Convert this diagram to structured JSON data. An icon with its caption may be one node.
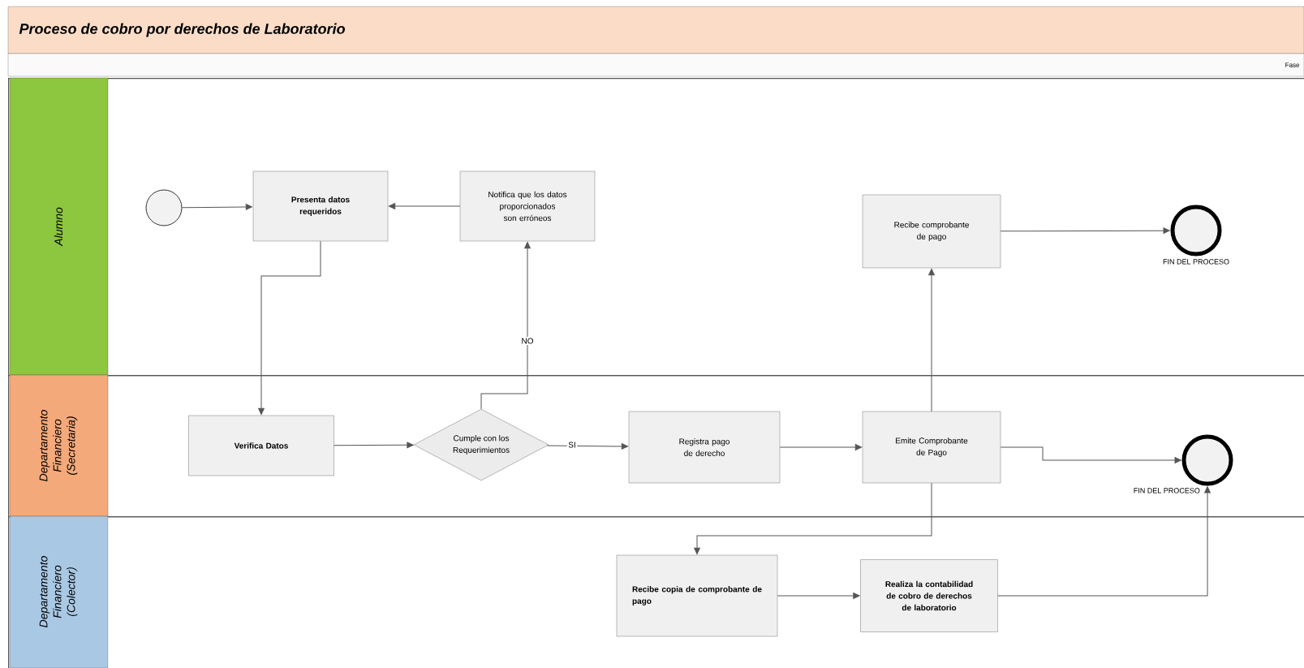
{
  "diagram": {
    "title": "Proceso de cobro por derechos de Laboratorio",
    "nodes": [
      {
        "text": [
          "Alumno"
        ]
      },
      {
        "text": [
          "Departamento Financiero (Secretaria)"
        ]
      },
      {
        "text": [
          "Departamento Financiero (Colector)"
        ]
      },
      {
        "text": [],
        "shape": "circle",
        "in": 0
      },
      {
        "text": [
          "Presenta datos requeridos"
        ],
        "in": 0
      },
      {
        "text": [
          "Notifica que los datos proporcionados son erróneos"
        ],
        "in": 0
      },
      {
        "text": [
          "Recibe comprobante de pago"
        ],
        "in": 0
      },
      {
        "text": [],
        "shape": "circle",
        "in": 0,
        "beside": [
          "FIN DEL PROCESO"
        ]
      },
      {
        "text": [
          "Verifica Datos"
        ],
        "in": 1
      },
      {
        "text": [
          "Cumple con los Requerimientos"
        ],
        "in": 1
      },
      {
        "text": [
          "Registra pago de derecho"
        ],
        "in": 1
      },
      {
        "text": [
          "Emite Comprobante de Pago"
        ],
        "in": 1
      },
      {
        "text": [],
        "shape": "circle",
        "in": 1,
        "beside": [
          "FIN DEL PROCESO"
        ]
      },
      {
        "text": [
          "Recibe copia de comprobante de pago"
        ],
        "in": 2
      },
      {
        "text": [
          "Realiza la contabilidad de cobro de derechos de laboratorio"
        ],
        "in": 2
      }
    ],
    "edges": [
      {
        "from": 3,
        "to": 4,
        "arrow": "to"
      },
      {
        "from": 4,
        "to": 8,
        "arrow": "to"
      },
      {
        "from": 8,
        "to": 9,
        "arrow": "to"
      },
      {
        "from": 9,
        "to": 10,
        "arrow": "to",
        "label": "SI"
      },
      {
        "from": 9,
        "to": 5,
        "arrow": "to",
        "label": "NO"
      },
      {
        "from": 5,
        "to": 4,
        "arrow": "to"
      },
      {
        "from": 10,
        "to": 11,
        "arrow": "to"
      },
      {
        "from": 11,
        "to": 6,
        "arrow": "to"
      },
      {
        "from": 6,
        "to": 7,
        "arrow": "to"
      },
      {
        "from": 11,
        "to": 12,
        "arrow": "to"
      },
      {
        "from": 11,
        "to": 13,
        "arrow": "to"
      },
      {
        "from": 13,
        "to": 14,
        "arrow": "to"
      },
      {
        "from": 14,
        "to": 12,
        "arrow": "to"
      }
    ],
    "labels": [
      "Fase"
    ]
  }
}
